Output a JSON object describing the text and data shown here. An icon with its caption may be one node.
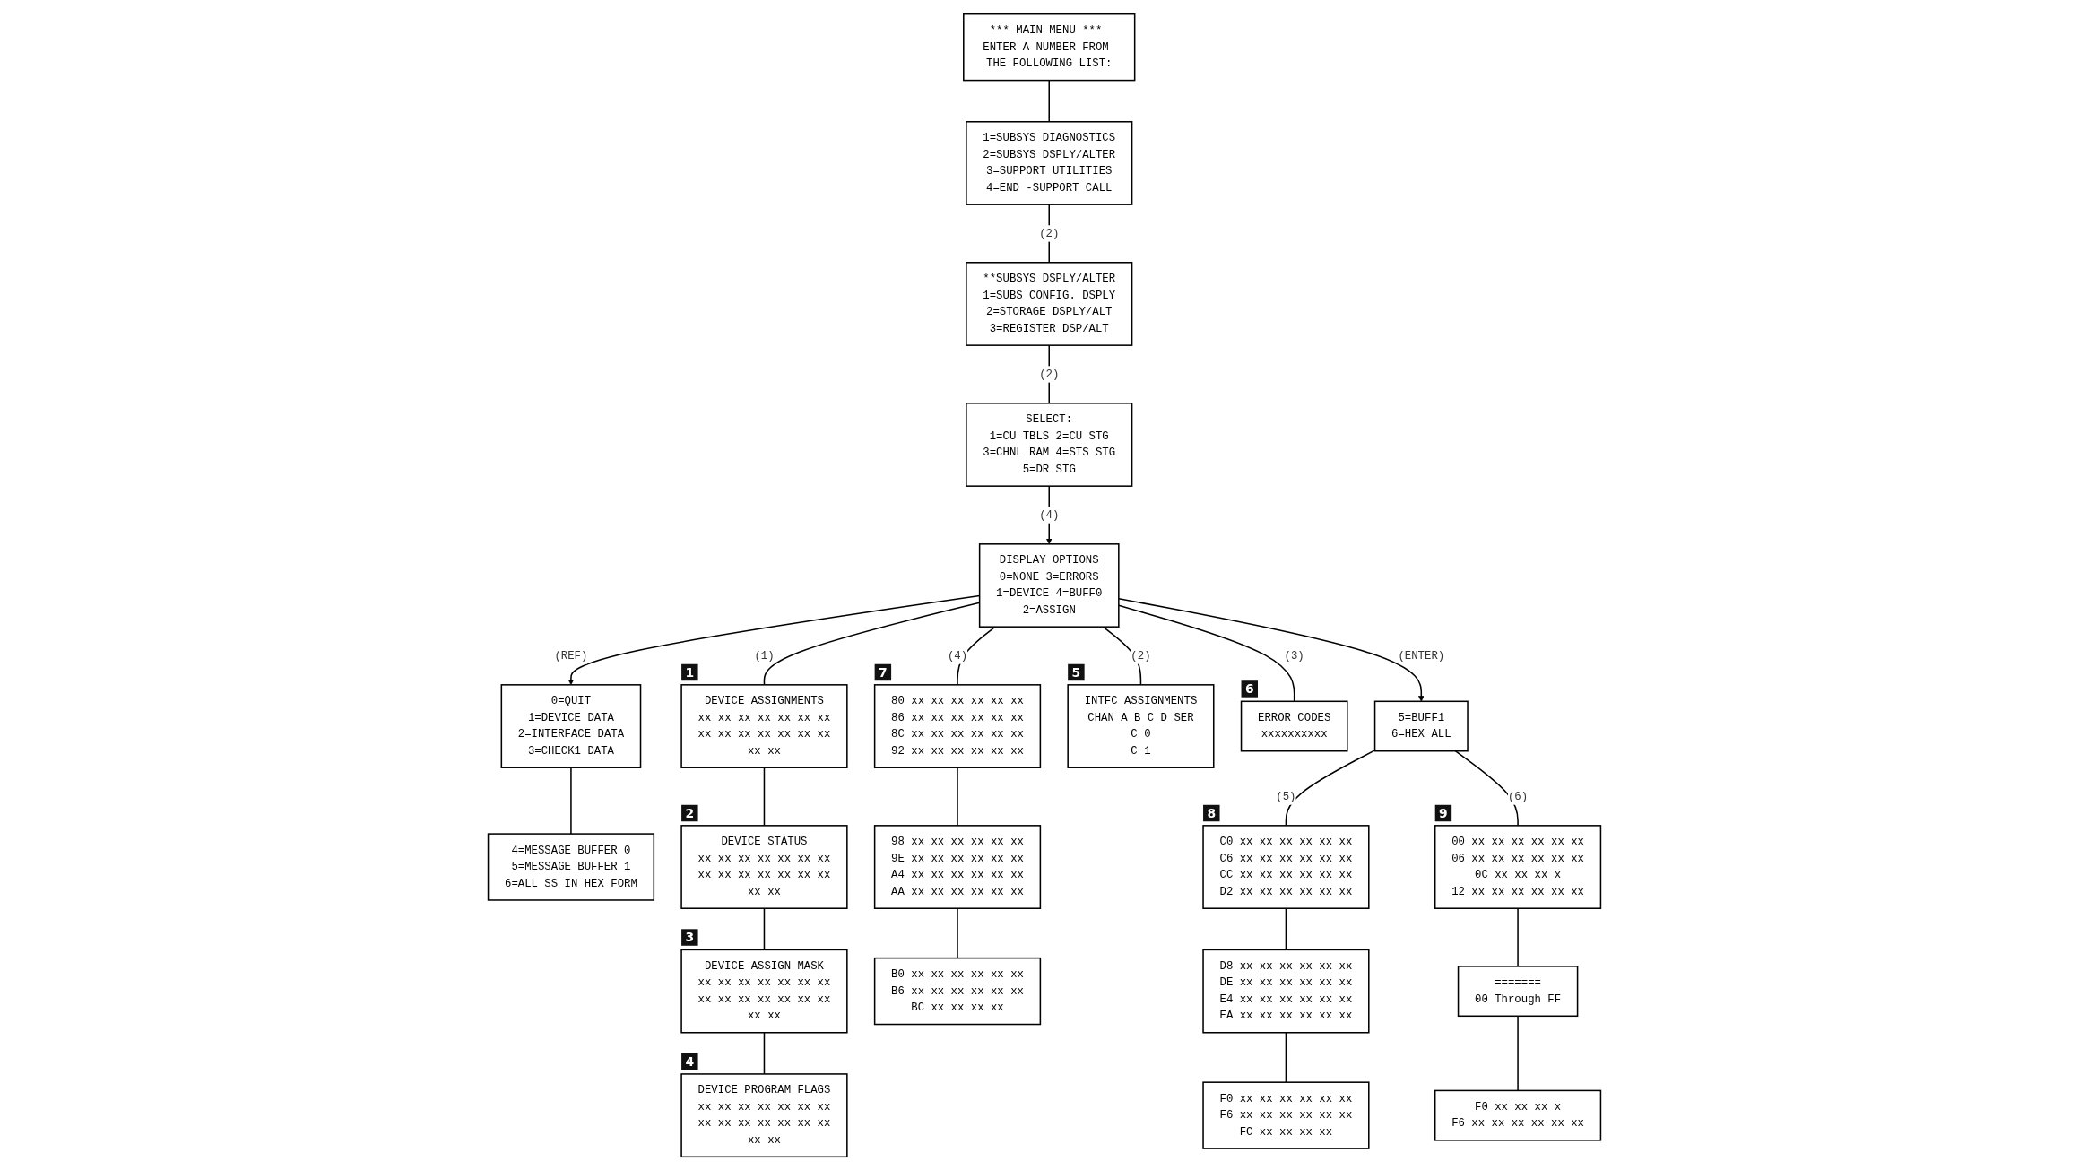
{
  "diagram": {
    "nodes": [
      {
        "text": [
          "*** MAIN MENU *** ENTER A NUMBER FROM THE FOLLOWING LIST:"
        ]
      },
      {
        "text": [
          "1=SUBSYS DIAGNOSTICS",
          "2=SUBSYS DSPLY/ALTER",
          "3=SUPPORT UTILITIES",
          "4=END -SUPPORT CALL"
        ]
      },
      {
        "text": [
          "**SUBSYS DSPLY/ALTER",
          "1=SUBS CONFIG. DSPLY",
          "2=STORAGE DSPLY/ALT",
          "3=REGISTER DSP/ALT"
        ]
      },
      {
        "text": [
          "SELECT:",
          "1=CU TBLS 2=CU STG",
          "3=CHNL RAM 4=STS STG",
          "5=DR STG"
        ]
      },
      {
        "text": [
          "0=QUIT",
          "1=DEVICE DATA",
          "2=INTERFACE DATA",
          "3=CHECK1 DATA"
        ]
      },
      {
        "text": [
          "4=MESSAGE BUFFER 0",
          "5=MESSAGE BUFFER 1",
          "6=ALL SS IN HEX FORM"
        ]
      },
      {
        "text": [
          "DISPLAY OPTIONS",
          "0=NONE 3=ERRORS",
          "1=DEVICE 4=BUFF0",
          "2=ASSIGN"
        ]
      },
      {
        "text": [
          "5=BUFF1",
          "6=HEX ALL"
        ]
      },
      {
        "text": [
          "DEVICE ASSIGNMENTS",
          "xx xx xx xx xx xx xx",
          "xx xx xx xx xx xx xx",
          "xx xx"
        ],
        "beside": [
          "1"
        ]
      },
      {
        "text": [
          "DEVICE STATUS",
          "xx xx xx xx xx xx xx",
          "xx xx xx xx xx xx xx",
          "xx xx"
        ],
        "beside": [
          "2"
        ]
      },
      {
        "text": [
          "DEVICE ASSIGN MASK",
          "xx xx xx xx xx xx xx",
          "xx xx xx xx xx xx xx",
          "xx xx"
        ],
        "beside": [
          "3"
        ]
      },
      {
        "text": [
          "DEVICE PROGRAM FLAGS",
          "xx xx xx xx xx xx xx",
          "xx xx xx xx xx xx xx",
          "xx xx"
        ],
        "beside": [
          "4"
        ]
      },
      {
        "text": [
          "INTFC ASSIGNMENTS",
          "CHAN A B C D SER",
          "C 0",
          "C 1"
        ],
        "beside": [
          "5"
        ]
      },
      {
        "text": [
          "ERROR CODES",
          "xxxxxxxxxx"
        ],
        "beside": [
          "6"
        ]
      },
      {
        "text": [
          "80 xx xx xx xx xx xx",
          "86 xx xx xx xx xx xx",
          "8C xx xx xx xx xx xx",
          "92 xx xx xx xx xx xx"
        ],
        "beside": [
          "7"
        ]
      },
      {
        "text": [
          "98 xx xx xx xx xx xx",
          "9E xx xx xx xx xx xx",
          "A4 xx xx xx xx xx xx",
          "AA xx xx xx xx xx xx"
        ]
      },
      {
        "text": [
          "B0 xx xx xx xx xx xx",
          "B6 xx xx xx xx xx xx",
          "BC xx xx xx xx"
        ]
      },
      {
        "text": [
          "C0 xx xx xx xx xx xx",
          "C6 xx xx xx xx xx xx",
          "CC xx xx xx xx xx xx",
          "D2 xx xx xx xx xx xx"
        ],
        "beside": [
          "8"
        ]
      },
      {
        "text": [
          "D8 xx xx xx xx xx xx",
          "DE xx xx xx xx xx xx",
          "E4 xx xx xx xx xx xx",
          "EA xx xx xx xx xx xx"
        ]
      },
      {
        "text": [
          "F0 xx xx xx xx xx xx",
          "F6 xx xx xx xx xx xx",
          "FC xx xx xx xx"
        ]
      },
      {
        "text": [
          "00 xx xx xx xx xx xx",
          "06 xx xx xx xx xx xx",
          "0C xx xx xx x",
          "12 xx xx xx xx xx xx"
        ],
        "beside": [
          "9"
        ]
      },
      {
        "text": [
          "=======",
          "00 Through FF"
        ]
      },
      {
        "text": [
          "F0 xx xx xx x",
          "F6 xx xx xx xx xx xx"
        ]
      }
    ],
    "edges": [
      {
        "from": 0,
        "to": 1,
        "arrow": "none"
      },
      {
        "from": 1,
        "to": 2,
        "arrow": "none",
        "label": "(2)"
      },
      {
        "from": 2,
        "to": 3,
        "arrow": "none",
        "label": "(2)"
      },
      {
        "from": 3,
        "to": 6,
        "arrow": "to",
        "label": "(4)"
      },
      {
        "from": 6,
        "to": 4,
        "arrow": "to",
        "label": "(REF)"
      },
      {
        "from": 4,
        "to": 5,
        "arrow": "none"
      },
      {
        "from": 6,
        "to": 8,
        "arrow": "none",
        "label": "(1)"
      },
      {
        "from": 6,
        "to": 12,
        "arrow": "none",
        "label": "(2)"
      },
      {
        "from": 6,
        "to": 13,
        "arrow": "none",
        "label": "(3)"
      },
      {
        "from": 6,
        "to": 14,
        "arrow": "none",
        "label": "(4)"
      },
      {
        "from": 8,
        "to": 9,
        "arrow": "none"
      },
      {
        "from": 9,
        "to": 10,
        "arrow": "none"
      },
      {
        "from": 10,
        "to": 11,
        "arrow": "none"
      },
      {
        "from": 14,
        "to": 15,
        "arrow": "none"
      },
      {
        "from": 15,
        "to": 16,
        "arrow": "none"
      },
      {
        "from": 6,
        "to": 7,
        "arrow": "to",
        "label": "(ENTER)"
      },
      {
        "from": 7,
        "to": 17,
        "arrow": "none",
        "label": "(5)"
      },
      {
        "from": 7,
        "to": 20,
        "arrow": "none",
        "label": "(6)"
      },
      {
        "from": 17,
        "to": 18,
        "arrow": "none"
      },
      {
        "from": 18,
        "to": 19,
        "arrow": "none"
      },
      {
        "from": 20,
        "to": 21,
        "arrow": "none"
      },
      {
        "from": 21,
        "to": 22,
        "arrow": "none"
      }
    ]
  }
}
